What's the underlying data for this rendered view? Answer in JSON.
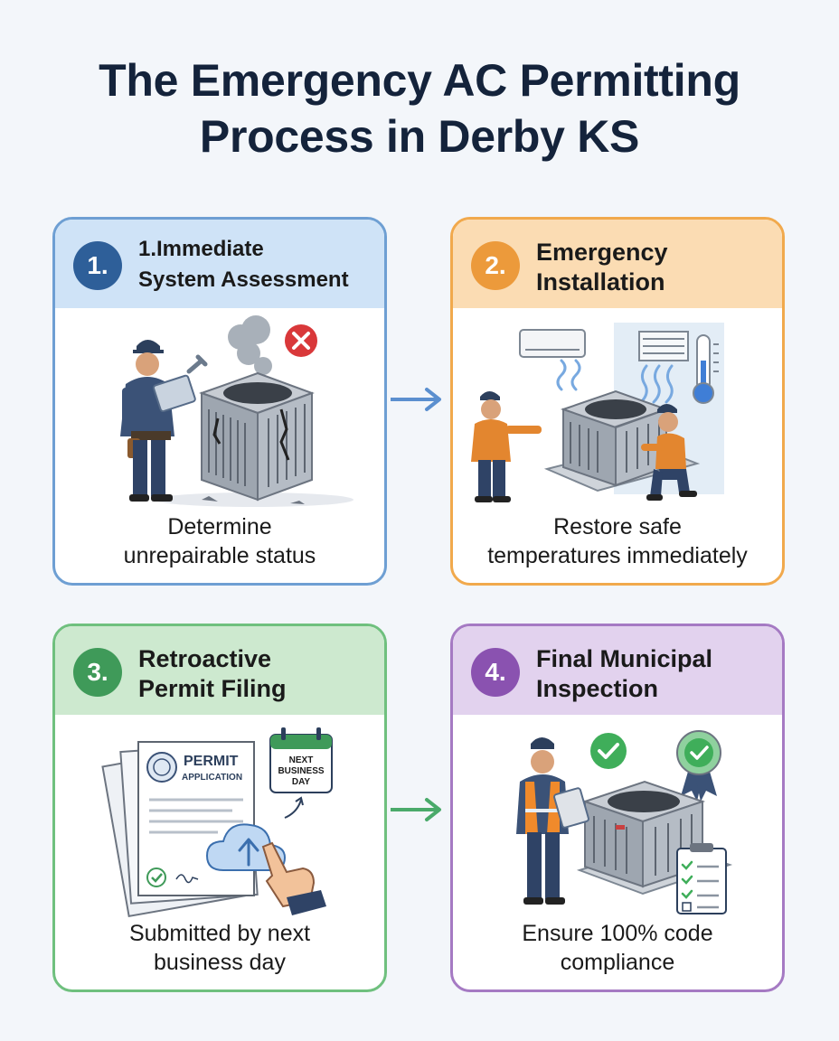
{
  "title": {
    "line1": "The Emergency AC Permitting",
    "line2": "Process in Derby KS"
  },
  "steps": [
    {
      "number": "1.",
      "title_line1": "1.Immediate",
      "title_line2": "System Assessment",
      "caption_line1": "Determine",
      "caption_line2": "unrepairable status",
      "color": "#2e5f99"
    },
    {
      "number": "2.",
      "title_line1": "Emergency",
      "title_line2": "Installation",
      "caption_line1": "Restore safe",
      "caption_line2": "temperatures immediately",
      "color": "#ec9a3b"
    },
    {
      "number": "3.",
      "title_line1": "Retroactive",
      "title_line2": "Permit Filing",
      "caption_line1": "Submitted by next",
      "caption_line2": "business day",
      "color": "#3f9a59",
      "form_title": "PERMIT",
      "form_subtitle": "APPLICATION",
      "calendar_line1": "NEXT",
      "calendar_line2": "BUSINESS",
      "calendar_line3": "DAY"
    },
    {
      "number": "4.",
      "title_line1": "Final Municipal",
      "title_line2": "Inspection",
      "caption_line1": "Ensure 100% code",
      "caption_line2": "compliance",
      "color": "#8a52b0"
    }
  ],
  "icons": [
    "error-x-icon",
    "thermometer-icon",
    "checkmark-icon",
    "award-badge-icon",
    "checklist-icon",
    "cloud-upload-icon",
    "calendar-icon"
  ]
}
